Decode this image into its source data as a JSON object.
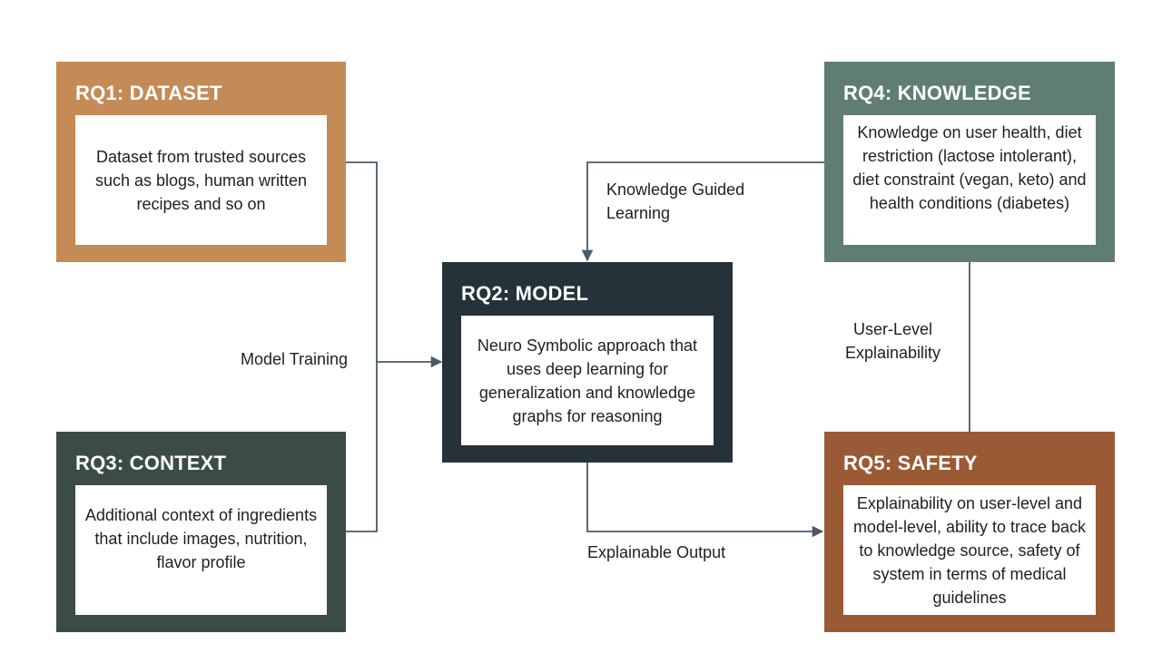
{
  "boxes": {
    "rq1": {
      "title": "RQ1: DATASET",
      "body": "Dataset from trusted sources such as blogs, human written recipes and so on"
    },
    "rq2": {
      "title": "RQ2: MODEL",
      "body": "Neuro Symbolic approach that uses deep learning for generalization and knowledge graphs for reasoning"
    },
    "rq3": {
      "title": "RQ3: CONTEXT",
      "body": "Additional context of ingredients that include images, nutrition, flavor profile"
    },
    "rq4": {
      "title": "RQ4: KNOWLEDGE",
      "body": "Knowledge on user health, diet restriction (lactose intolerant), diet constraint (vegan, keto) and health conditions (diabetes)"
    },
    "rq5": {
      "title": "RQ5: SAFETY",
      "body": "Explainability on user-level and model-level, ability to trace back to knowledge source, safety of system in terms of medical guidelines"
    }
  },
  "connectors": {
    "model_training": "Model Training",
    "knowledge_guided_line1": "Knowledge Guided",
    "knowledge_guided_line2": "Learning",
    "explainable_output": "Explainable Output",
    "user_level_line1": "User-Level",
    "user_level_line2": "Explainability"
  },
  "colors": {
    "rq1": "#c48b57",
    "rq2": "#263239",
    "rq3": "#3b4c46",
    "rq4": "#607d74",
    "rq5": "#9a5a35",
    "connector": "#4a5a6a"
  }
}
